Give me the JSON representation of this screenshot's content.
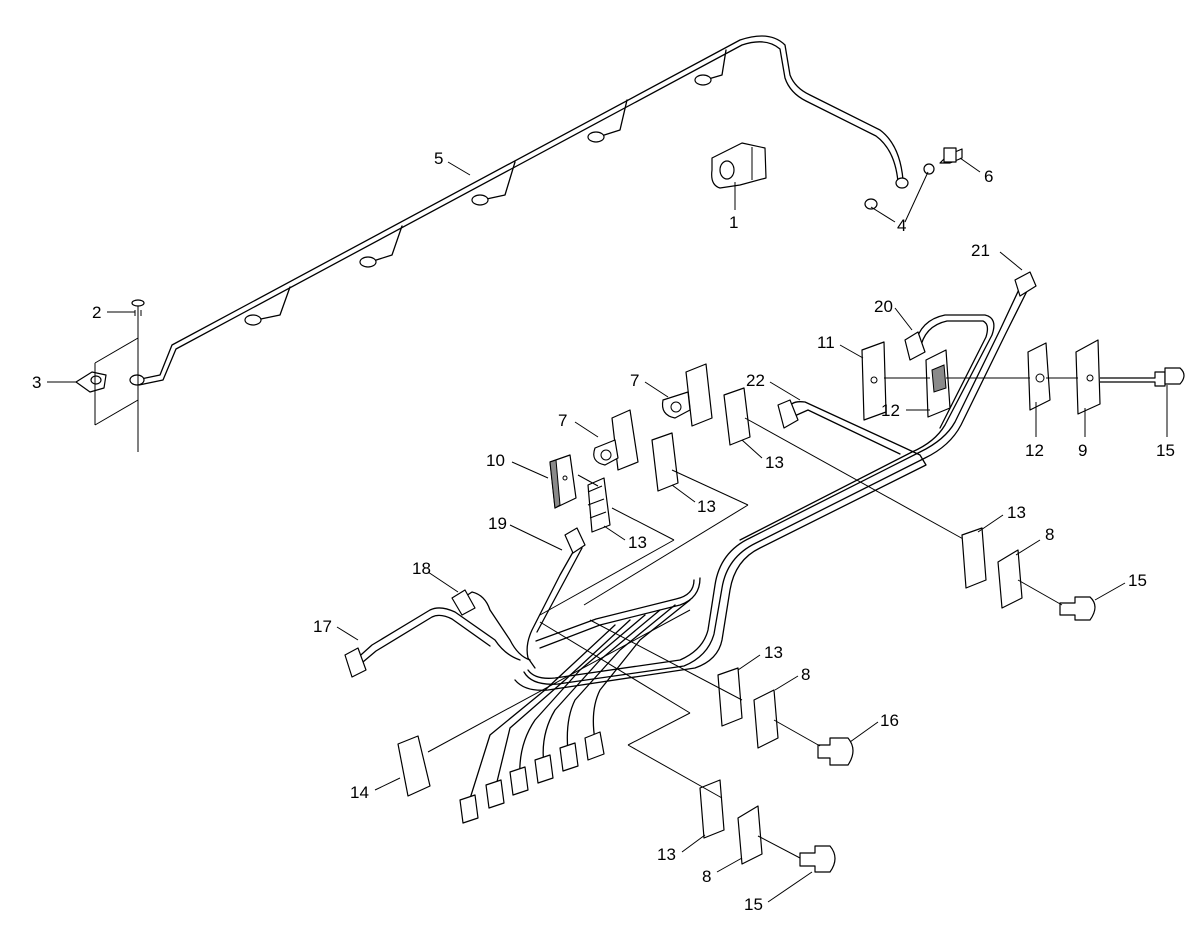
{
  "diagram": {
    "callouts": [
      {
        "id": "c1",
        "text": "1"
      },
      {
        "id": "c2",
        "text": "2"
      },
      {
        "id": "c3",
        "text": "3"
      },
      {
        "id": "c4",
        "text": "4"
      },
      {
        "id": "c5",
        "text": "5"
      },
      {
        "id": "c6",
        "text": "6"
      },
      {
        "id": "c7a",
        "text": "7"
      },
      {
        "id": "c7b",
        "text": "7"
      },
      {
        "id": "c8a",
        "text": "8"
      },
      {
        "id": "c8b",
        "text": "8"
      },
      {
        "id": "c8c",
        "text": "8"
      },
      {
        "id": "c9",
        "text": "9"
      },
      {
        "id": "c10",
        "text": "10"
      },
      {
        "id": "c11",
        "text": "11"
      },
      {
        "id": "c12a",
        "text": "12"
      },
      {
        "id": "c12b",
        "text": "12"
      },
      {
        "id": "c13a",
        "text": "13"
      },
      {
        "id": "c13b",
        "text": "13"
      },
      {
        "id": "c13c",
        "text": "13"
      },
      {
        "id": "c13d",
        "text": "13"
      },
      {
        "id": "c13e",
        "text": "13"
      },
      {
        "id": "c13f",
        "text": "13"
      },
      {
        "id": "c14",
        "text": "14"
      },
      {
        "id": "c15a",
        "text": "15"
      },
      {
        "id": "c15b",
        "text": "15"
      },
      {
        "id": "c15c",
        "text": "15"
      },
      {
        "id": "c16",
        "text": "16"
      },
      {
        "id": "c17",
        "text": "17"
      },
      {
        "id": "c18",
        "text": "18"
      },
      {
        "id": "c19",
        "text": "19"
      },
      {
        "id": "c20",
        "text": "20"
      },
      {
        "id": "c21",
        "text": "21"
      },
      {
        "id": "c22",
        "text": "22"
      }
    ]
  }
}
